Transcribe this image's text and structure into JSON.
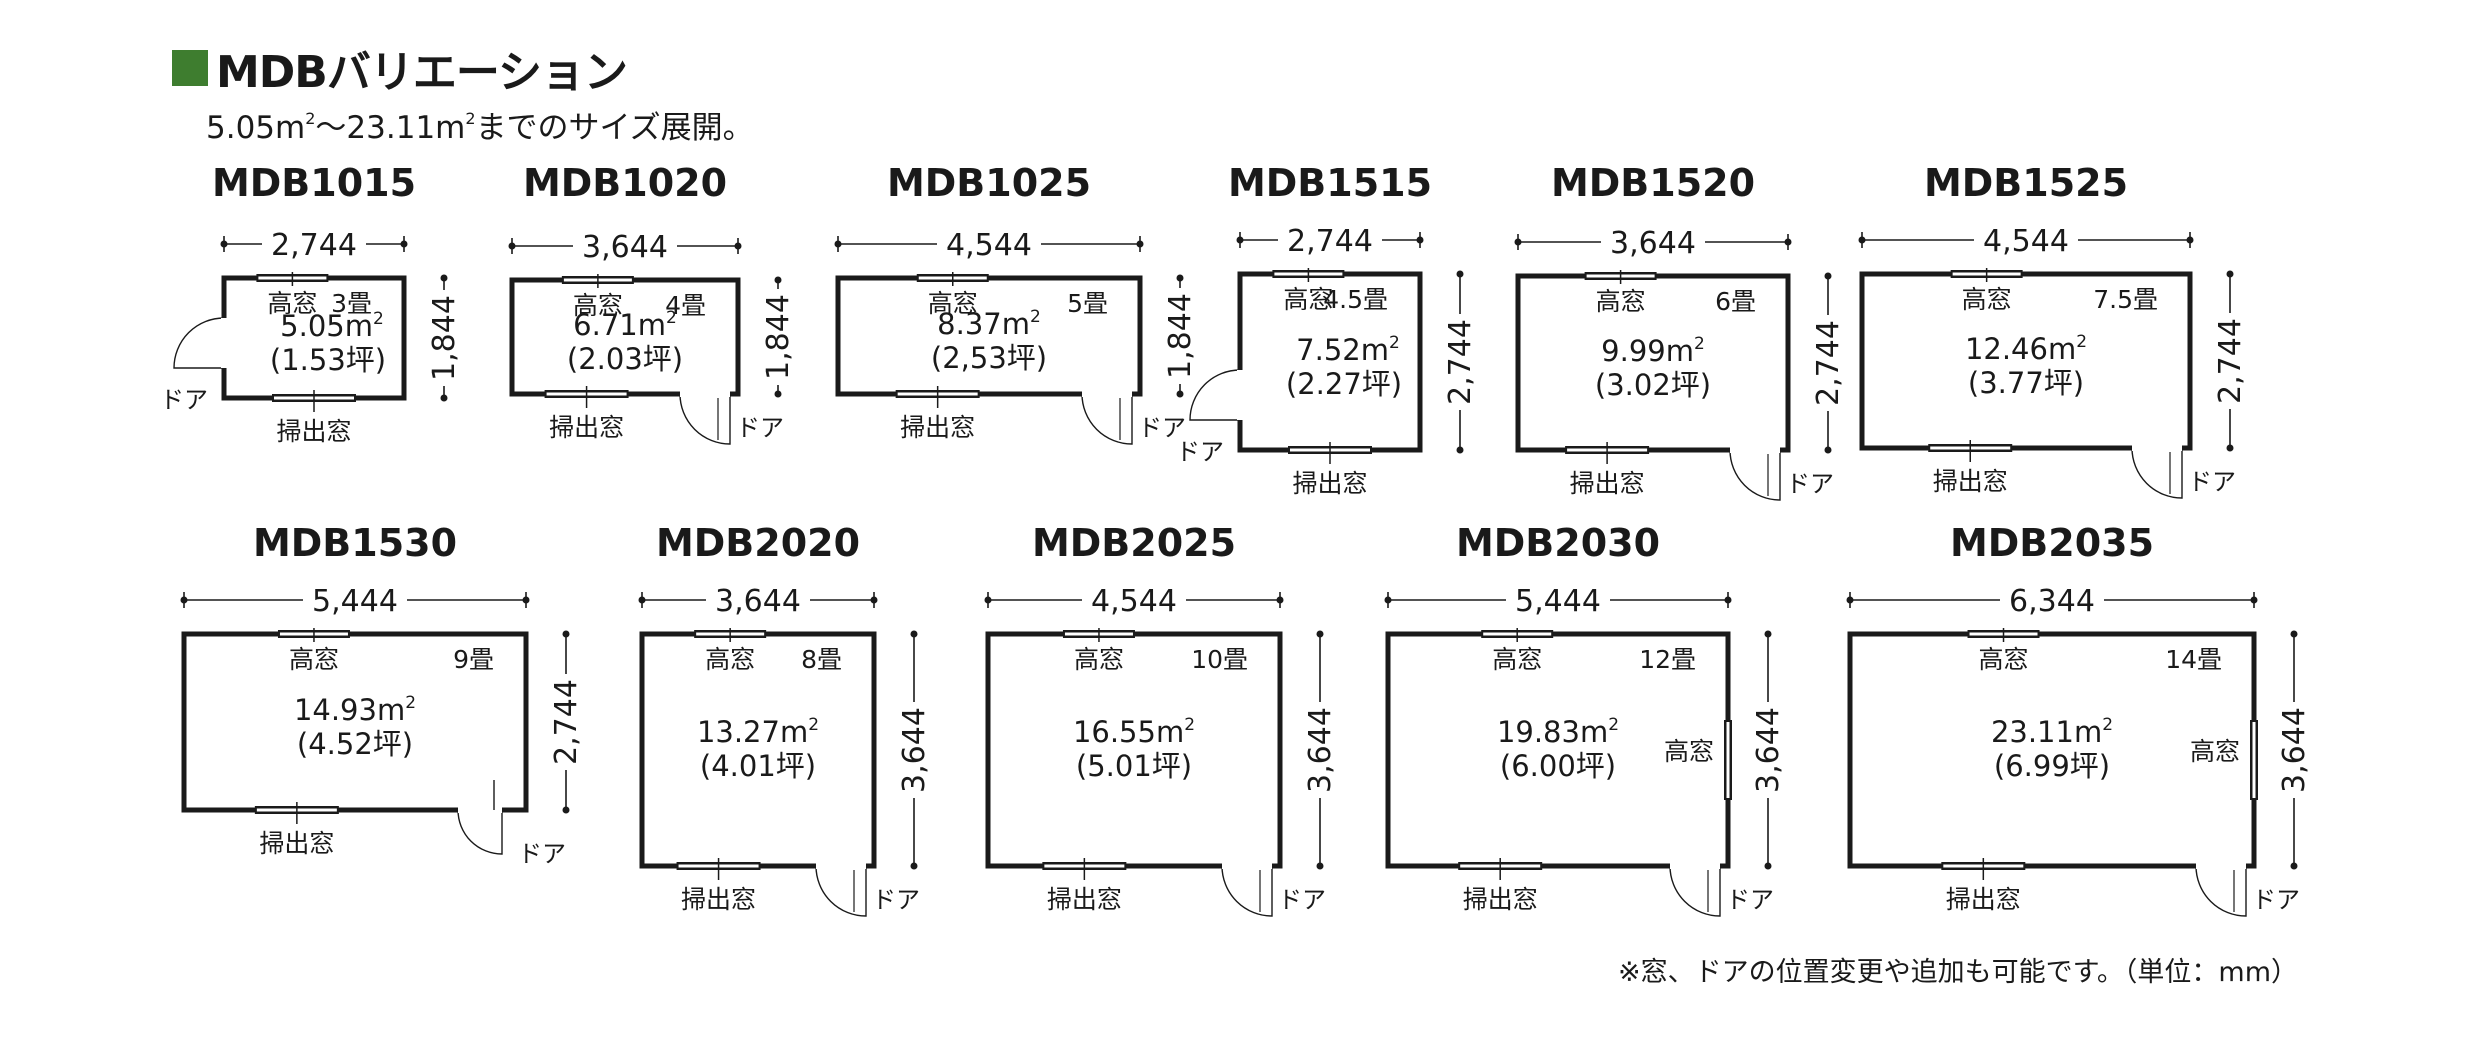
{
  "header": {
    "title": "MDBバリエーション",
    "subtitle_parts": [
      "5.05m",
      "2",
      "～23.11m",
      "2",
      "までのサイズ展開。"
    ]
  },
  "labels": {
    "high_window": "高窓",
    "sweep_window": "掃出窓",
    "door": "ドア",
    "area_unit": "m²"
  },
  "plans": [
    {
      "model": "MDB1015",
      "width": "2,744",
      "depth": "1,844",
      "tatami": "3畳",
      "area": "5.05",
      "tsubo": "(1.53坪)",
      "door_side": "left"
    },
    {
      "model": "MDB1020",
      "width": "3,644",
      "depth": "1,844",
      "tatami": "4畳",
      "area": "6.71",
      "tsubo": "(2.03坪)",
      "door_side": "bottom-right"
    },
    {
      "model": "MDB1025",
      "width": "4,544",
      "depth": "1,844",
      "tatami": "5畳",
      "area": "8.37",
      "tsubo": "(2,53坪)",
      "door_side": "bottom-right"
    },
    {
      "model": "MDB1515",
      "width": "2,744",
      "depth": "2,744",
      "tatami": "4.5畳",
      "area": "7.52",
      "tsubo": "(2.27坪)",
      "door_side": "left"
    },
    {
      "model": "MDB1520",
      "width": "3,644",
      "depth": "2,744",
      "tatami": "6畳",
      "area": "9.99",
      "tsubo": "(3.02坪)",
      "door_side": "bottom-right"
    },
    {
      "model": "MDB1525",
      "width": "4,544",
      "depth": "2,744",
      "tatami": "7.5畳",
      "area": "12.46",
      "tsubo": "(3.77坪)",
      "door_side": "bottom-right"
    },
    {
      "model": "MDB1530",
      "width": "5,444",
      "depth": "2,744",
      "tatami": "9畳",
      "area": "14.93",
      "tsubo": "(4.52坪)",
      "door_side": "right-bottom"
    },
    {
      "model": "MDB2020",
      "width": "3,644",
      "depth": "3,644",
      "tatami": "8畳",
      "area": "13.27",
      "tsubo": "(4.01坪)",
      "door_side": "bottom-right"
    },
    {
      "model": "MDB2025",
      "width": "4,544",
      "depth": "3,644",
      "tatami": "10畳",
      "area": "16.55",
      "tsubo": "(5.01坪)",
      "door_side": "bottom-right"
    },
    {
      "model": "MDB2030",
      "width": "5,444",
      "depth": "3,644",
      "tatami": "12畳",
      "area": "19.83",
      "tsubo": "(6.00坪)",
      "door_side": "bottom-right",
      "side_window": true
    },
    {
      "model": "MDB2035",
      "width": "6,344",
      "depth": "3,644",
      "tatami": "14畳",
      "area": "23.11",
      "tsubo": "(6.99坪)",
      "door_side": "bottom-right",
      "side_window": true
    }
  ],
  "footnote": "※窓、ドアの位置変更や追加も可能です。（単位：mm）",
  "colors": {
    "accent": "#3e7d2f",
    "line": "#1a1a1a"
  }
}
